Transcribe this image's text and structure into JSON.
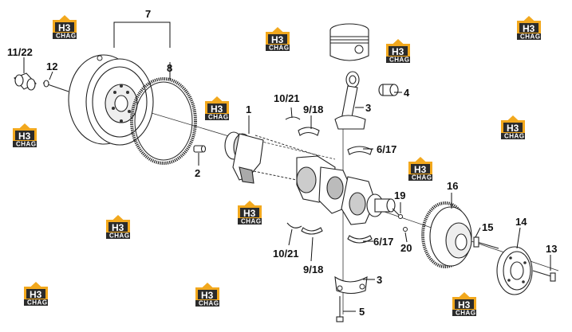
{
  "watermark": {
    "brand_big": "H3",
    "brand_small": "CHAG"
  },
  "callouts": {
    "c1": "1",
    "c2": "2",
    "c3a": "3",
    "c3b": "3",
    "c4": "4",
    "c5": "5",
    "c6a": "6/17",
    "c6b": "6/17",
    "c7": "7",
    "c8": "8",
    "c9a": "9/18",
    "c9b": "9/18",
    "c10a": "10/21",
    "c10b": "10/21",
    "c11": "11/22",
    "c12": "12",
    "c13": "13",
    "c14": "14",
    "c15": "15",
    "c16": "16",
    "c19": "19",
    "c20": "20"
  },
  "colors": {
    "ink": "#222222",
    "watermark_orange": "#f2a81d",
    "watermark_dark": "#2b2b2b",
    "part_fill": "#ffffff",
    "shade": "#9a9a9a"
  }
}
